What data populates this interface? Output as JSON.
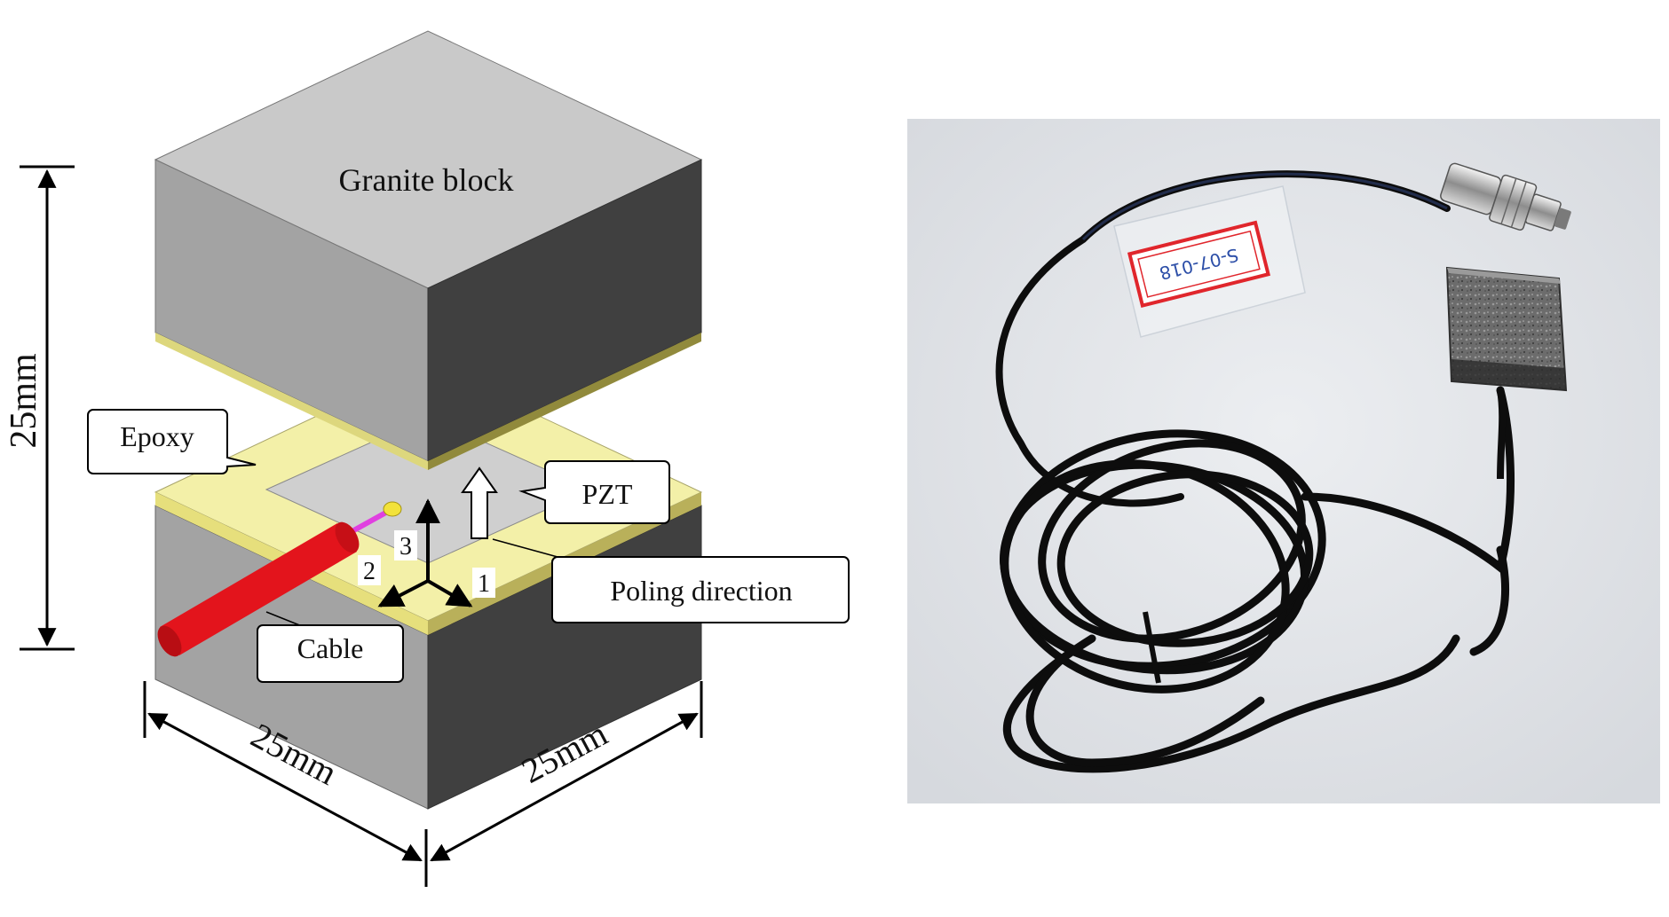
{
  "diagram": {
    "block_label": "Granite block",
    "epoxy_label": "Epoxy",
    "pzt_label": "PZT",
    "poling_label": "Poling direction",
    "cable_label": "Cable",
    "axis_1": "1",
    "axis_2": "2",
    "axis_3": "3",
    "height_dim": "25mm",
    "width_dim_left": "25mm",
    "width_dim_right": "25mm"
  },
  "photo": {
    "tag_text": "S-07-018"
  },
  "colors": {
    "granite_top": "#c9c9c9",
    "granite_front": "#a3a3a3",
    "granite_side": "#404040",
    "epoxy": "#f3f0a8",
    "pzt": "#cfcfcf",
    "cable": "#e3141c",
    "photo_bg": "#e3e6ea"
  }
}
